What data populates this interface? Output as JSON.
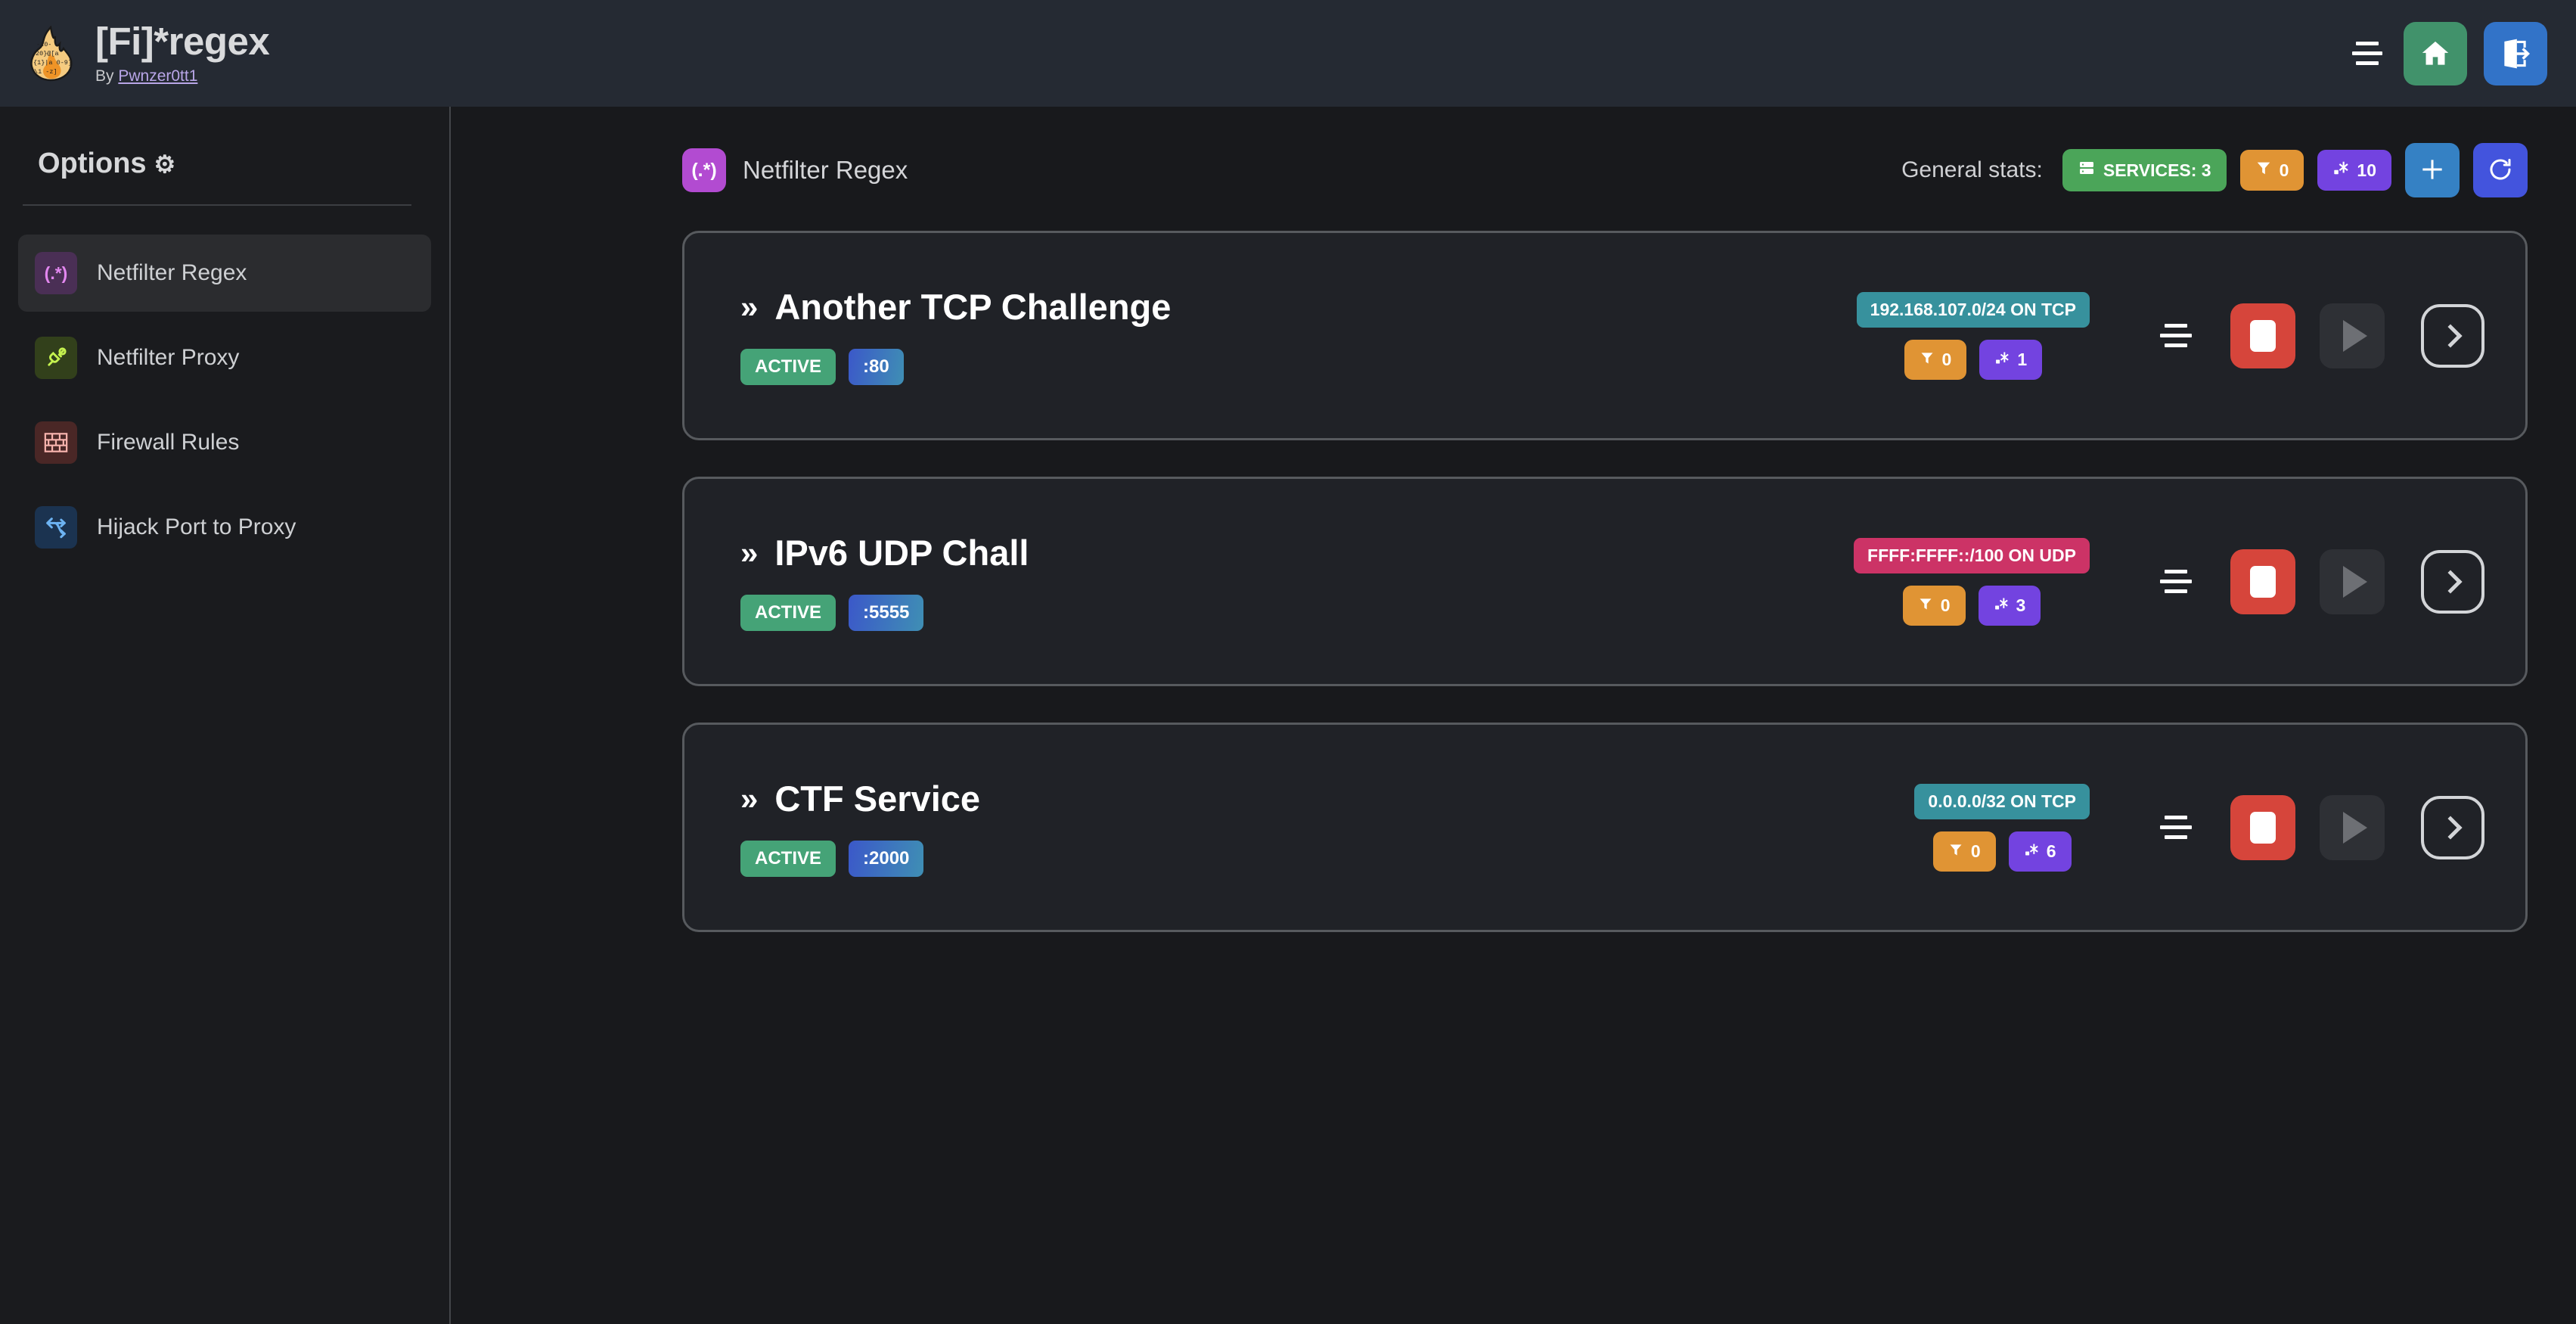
{
  "header": {
    "logo_icon": "flame-regex-logo",
    "title": "[Fi]*regex",
    "by_prefix": "By ",
    "author": "Pwnzer0tt1",
    "menu_icon": "hamburger-menu-icon",
    "home_icon": "home-icon",
    "logout_icon": "logout-icon",
    "home_color": "#41926b",
    "logout_color": "#3273c8"
  },
  "sidebar": {
    "title": "Options",
    "gear_icon": "⚙",
    "items": [
      {
        "label": "Netfilter Regex",
        "icon": "(.*)",
        "icon_name": "regex-icon",
        "active": true
      },
      {
        "label": "Netfilter Proxy",
        "icon": "⚯",
        "icon_name": "proxy-plug-icon",
        "active": false
      },
      {
        "label": "Firewall Rules",
        "icon": "▦",
        "icon_name": "brick-wall-icon",
        "active": false
      },
      {
        "label": "Hijack Port to Proxy",
        "icon": "⤻",
        "icon_name": "fork-arrow-icon",
        "active": false
      }
    ]
  },
  "main": {
    "page_icon": "(.*)",
    "page_title": "Netfilter Regex",
    "stats_label": "General stats:",
    "stats": [
      {
        "icon": "server-icon",
        "text": "SERVICES: 3",
        "color": "#4ba559",
        "kind": "services"
      },
      {
        "icon": "filter-icon",
        "text": "0",
        "color": "#e09434",
        "kind": "filters"
      },
      {
        "icon": "regex-icon",
        "text": "10",
        "color": "#7343e0",
        "kind": "regexes"
      }
    ],
    "add_button": {
      "icon": "plus-icon",
      "color": "#3581c4"
    },
    "refresh_button": {
      "icon": "refresh-icon",
      "color": "#4354dd"
    }
  },
  "services": [
    {
      "chevron": "»",
      "name": "Another TCP Challenge",
      "status": "ACTIVE",
      "port": ":80",
      "network": "192.168.107.0/24 ON TCP",
      "network_kind": "tcp",
      "filters": "0",
      "regexes": "1",
      "menu_icon": "list-icon",
      "stop_icon": "stop-icon",
      "play_icon": "play-icon",
      "open_icon": "chevron-right-icon"
    },
    {
      "chevron": "»",
      "name": "IPv6 UDP Chall",
      "status": "ACTIVE",
      "port": ":5555",
      "network": "FFFF:FFFF::/100 ON UDP",
      "network_kind": "udp",
      "filters": "0",
      "regexes": "3",
      "menu_icon": "list-icon",
      "stop_icon": "stop-icon",
      "play_icon": "play-icon",
      "open_icon": "chevron-right-icon"
    },
    {
      "chevron": "»",
      "name": "CTF Service",
      "status": "ACTIVE",
      "port": ":2000",
      "network": "0.0.0.0/32 ON TCP",
      "network_kind": "tcp",
      "filters": "0",
      "regexes": "6",
      "menu_icon": "list-icon",
      "stop_icon": "stop-icon",
      "play_icon": "play-icon",
      "open_icon": "chevron-right-icon"
    }
  ]
}
